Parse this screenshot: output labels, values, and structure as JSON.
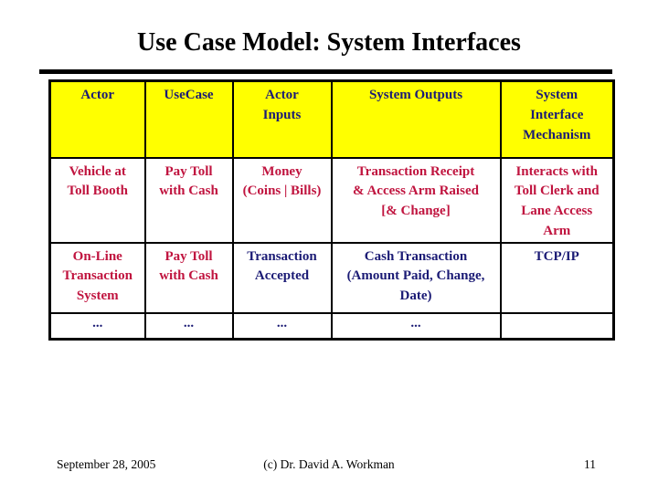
{
  "slide": {
    "title": "Use Case Model: System Interfaces",
    "footer": {
      "date": "September 28, 2005",
      "credit": "(c) Dr. David A. Workman",
      "page_number": "11"
    }
  },
  "colors": {
    "header_background": "#FFFF00",
    "header_text": "#1B1B75",
    "body_red": "#C0143F",
    "body_navy": "#1B1B75",
    "border": "#000000",
    "slide_background": "#FFFFFF"
  },
  "table": {
    "headers": [
      "Actor",
      "UseCase",
      "Actor\nInputs",
      "System Outputs",
      "System\nInterface\nMechanism"
    ],
    "rows": [
      [
        "Vehicle at\nToll Booth",
        "Pay Toll\nwith Cash",
        "Money\n(Coins | Bills)",
        "Transaction Receipt\n& Access Arm Raised\n[& Change]",
        "Interacts with\nToll Clerk and\nLane Access\nArm"
      ],
      [
        "On-Line\nTransaction\nSystem",
        "Pay Toll\nwith Cash",
        "Transaction\nAccepted",
        "Cash Transaction\n(Amount Paid, Change,\nDate)",
        "TCP/IP"
      ],
      [
        "...",
        "...",
        "...",
        "...",
        ""
      ]
    ]
  }
}
